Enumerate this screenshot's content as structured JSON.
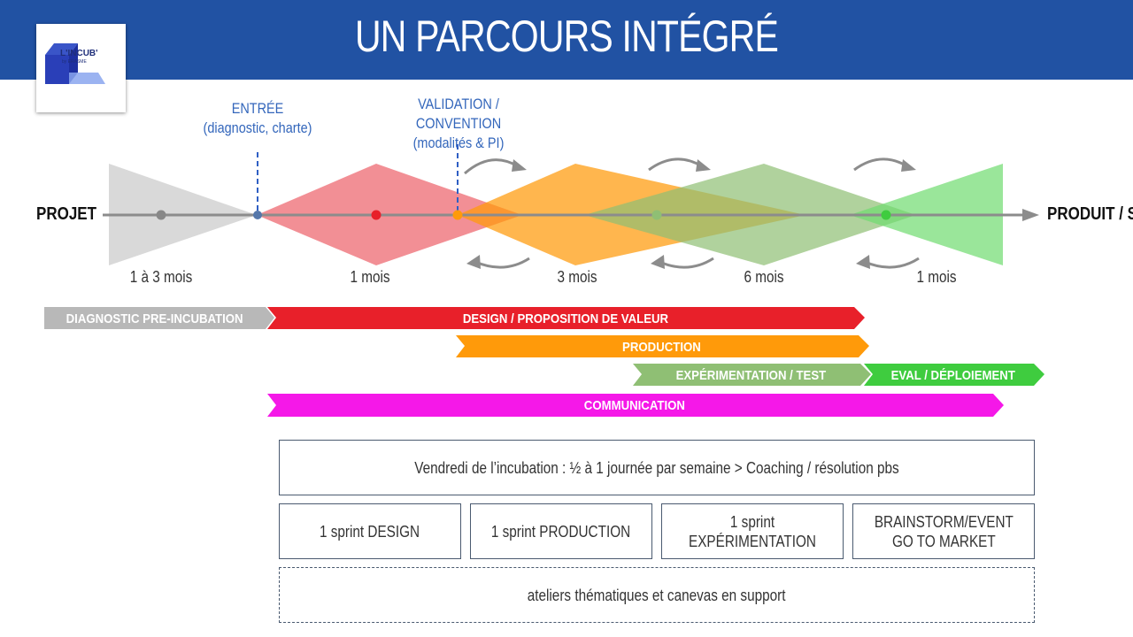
{
  "header": {
    "title": "UN PARCOURS INTÉGRÉ",
    "background": "#2152a3"
  },
  "logo": {
    "name": "L'INCUB'",
    "sub": "by ERASME"
  },
  "milestones": {
    "entry": {
      "label": "ENTRÉE",
      "detail": "(diagnostic, charte)"
    },
    "validation": {
      "label": "VALIDATION / CONVENTION",
      "detail": "(modalités & PI)"
    }
  },
  "timeline": {
    "start_label": "PROJET",
    "end_label": "PRODUIT / S",
    "durations": [
      "1 à 3 mois",
      "1 mois",
      "3 mois",
      "6 mois",
      "1 mois"
    ]
  },
  "phases": [
    {
      "label": "DIAGNOSTIC PRE-INCUBATION",
      "color": "#b8b8b8"
    },
    {
      "label": "DESIGN / PROPOSITION DE VALEUR",
      "color": "#e8202a"
    },
    {
      "label": "PRODUCTION",
      "color": "#ff9a0a"
    },
    {
      "label": "EXPÉRIMENTATION / TEST",
      "color": "#8fbf74"
    },
    {
      "label": "EVAL / DÉPLOIEMENT",
      "color": "#3fcc3f"
    },
    {
      "label": "COMMUNICATION",
      "color": "#f518e8"
    }
  ],
  "support": {
    "friday": "Vendredi de l’incubation : ½ à 1 journée par semaine > Coaching / résolution pbs",
    "sprints": [
      "1 sprint DESIGN",
      "1 sprint PRODUCTION",
      "1 sprint EXPÉRIMENTATION",
      "BRAINSTORM/EVENT\nGO TO MARKET"
    ],
    "workshops": "ateliers thématiques et canevas en support"
  }
}
